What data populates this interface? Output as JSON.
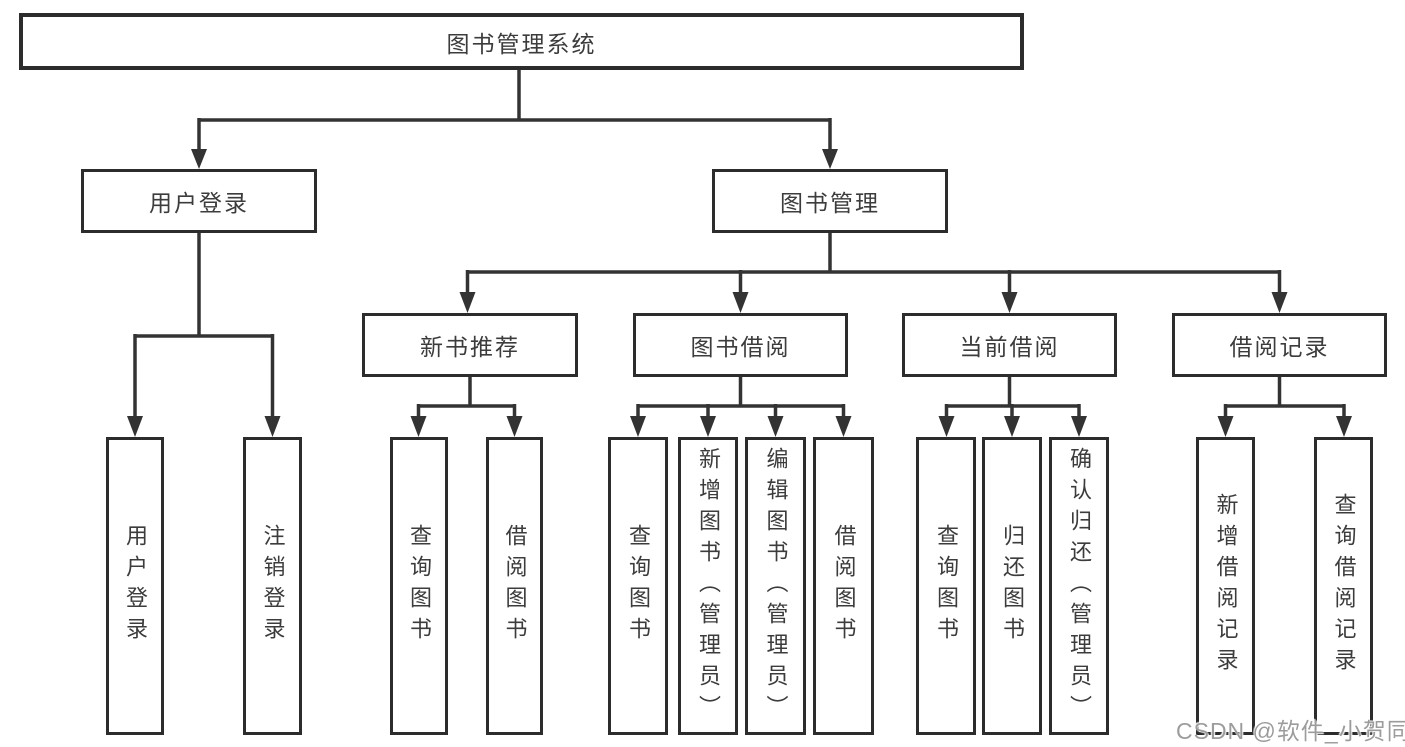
{
  "colors": {
    "box_border": "#2c2c2c",
    "line": "#333333",
    "text": "#3c3c3c",
    "background": "#ffffff",
    "watermark": "#9c9c9c"
  },
  "watermark": {
    "text": "CSDN @软件_小贺同学"
  },
  "tree": {
    "root": "图书管理系统",
    "branches": [
      {
        "label": "用户登录",
        "children": [
          "用户登录",
          "注销登录"
        ]
      },
      {
        "label": "图书管理",
        "groups": [
          {
            "label": "新书推荐",
            "children": [
              "查询图书",
              "借阅图书"
            ]
          },
          {
            "label": "图书借阅",
            "children": [
              "查询图书",
              "新增图书（管理员）",
              "编辑图书（管理员）",
              "借阅图书"
            ]
          },
          {
            "label": "当前借阅",
            "children": [
              "查询图书",
              "归还图书",
              "确认归还（管理员）"
            ]
          },
          {
            "label": "借阅记录",
            "children": [
              "新增借阅记录",
              "查询借阅记录"
            ]
          }
        ]
      }
    ]
  }
}
